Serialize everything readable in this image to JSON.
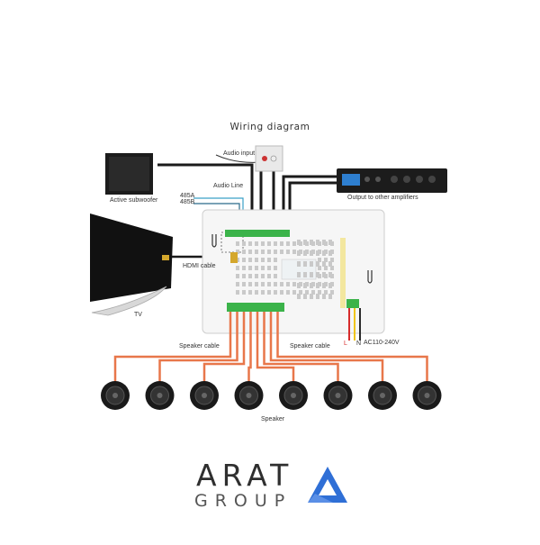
{
  "diagram": {
    "title": "Wiring diagram",
    "labels": {
      "audio_input": "Audio input",
      "active_subwoofer": "Active subwoofer",
      "audio_line": "Audio Line",
      "rs485a": "485A",
      "rs485b": "485B",
      "output_amplifiers": "Output to other amplifiers",
      "tv": "TV",
      "hdmi_cable": "HDMI cable",
      "speaker_cable_left": "Speaker cable",
      "speaker_cable_right": "Speaker cable",
      "speaker": "Speaker",
      "ac_power": "AC110-240V",
      "power_l": "L",
      "power_n": "N"
    },
    "speaker_count": 8,
    "colors": {
      "speaker_wire": "#e8774a",
      "audio_wire": "#1a1a1a",
      "rs485_wire": "#3aa0c8",
      "terminal": "#3bb34a",
      "panel": "#f6f6f6",
      "logo_accent": "#2f6fd6"
    }
  },
  "logo": {
    "name": "ARAT",
    "tagline": "GROUP",
    "icon": "triangle-logo-icon"
  }
}
